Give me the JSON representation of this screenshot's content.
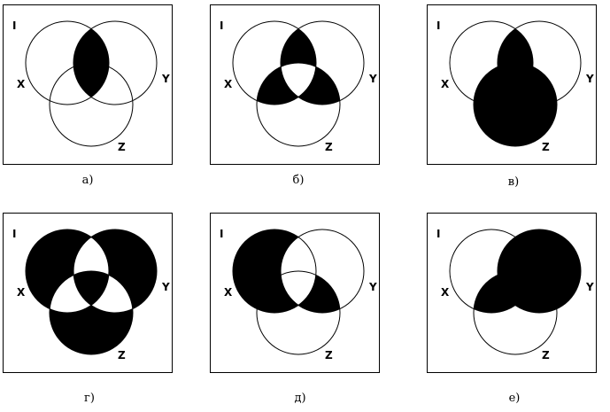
{
  "labels": {
    "universe": "I",
    "x": "X",
    "y": "Y",
    "z": "Z"
  },
  "colors": {
    "fill": "#000000",
    "stroke": "#000000",
    "background": "#ffffff"
  },
  "diagrams": [
    {
      "caption": "а)",
      "regions": [
        "X∩Y"
      ]
    },
    {
      "caption": "б)",
      "regions": [
        "X∩Y∖Z",
        "X∩Z∖Y",
        "Y∩Z∖X"
      ]
    },
    {
      "caption": "в)",
      "regions": [
        "X∩Y∖Z",
        "Z"
      ]
    },
    {
      "caption": "г)",
      "regions": [
        "X∖(Y∪Z)",
        "Y∖(X∪Z)",
        "Z∖(X∪Y)",
        "X∩Y∩Z"
      ]
    },
    {
      "caption": "д)",
      "regions": [
        "X∖Y",
        "Y∩Z∖X"
      ]
    },
    {
      "caption": "е)",
      "regions": [
        "Y",
        "X∩Z"
      ]
    }
  ]
}
